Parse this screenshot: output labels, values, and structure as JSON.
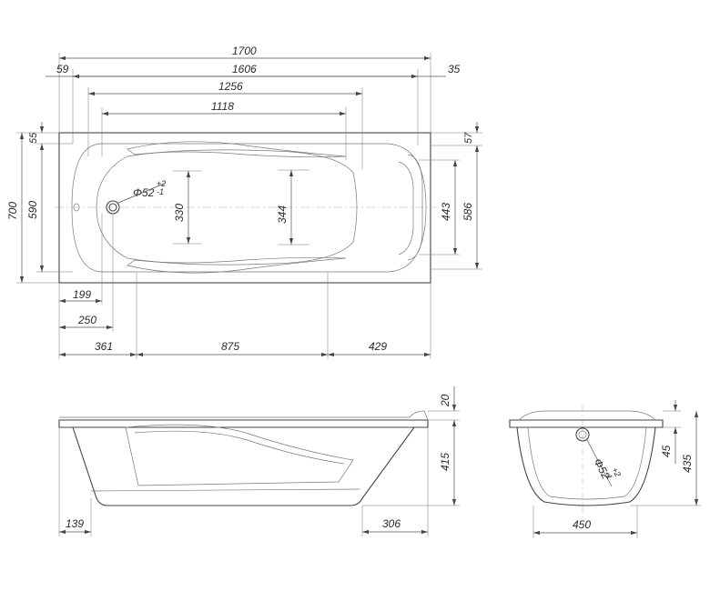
{
  "top_view": {
    "dimensions": {
      "overall_length": "1700",
      "left_rim": "59",
      "inner_length": "1606",
      "right_rim": "35",
      "bottom_length": "1256",
      "armrest_length": "1118",
      "top_rim": "55",
      "right_top_rim": "57",
      "overall_width": "700",
      "inner_width": "590",
      "bottom_width_left": "330",
      "bottom_width_right": "344",
      "headrest_width": "443",
      "right_inner_width": "586",
      "drain_label": "Φ52",
      "drain_tol_plus": "+2",
      "drain_tol_minus": "-1",
      "drain_offset_1": "199",
      "drain_offset_2": "250",
      "leg_left": "361",
      "leg_span": "875",
      "leg_right": "429"
    }
  },
  "side_view": {
    "dimensions": {
      "rim_height": "20",
      "depth": "415",
      "left_offset": "139",
      "right_offset": "306"
    }
  },
  "end_view": {
    "dimensions": {
      "rim_to_overflow": "45",
      "total_height": "435",
      "bottom_width": "450",
      "overflow_label": "Φ52",
      "overflow_tol_plus": "+2",
      "overflow_tol_minus": "-1"
    }
  }
}
